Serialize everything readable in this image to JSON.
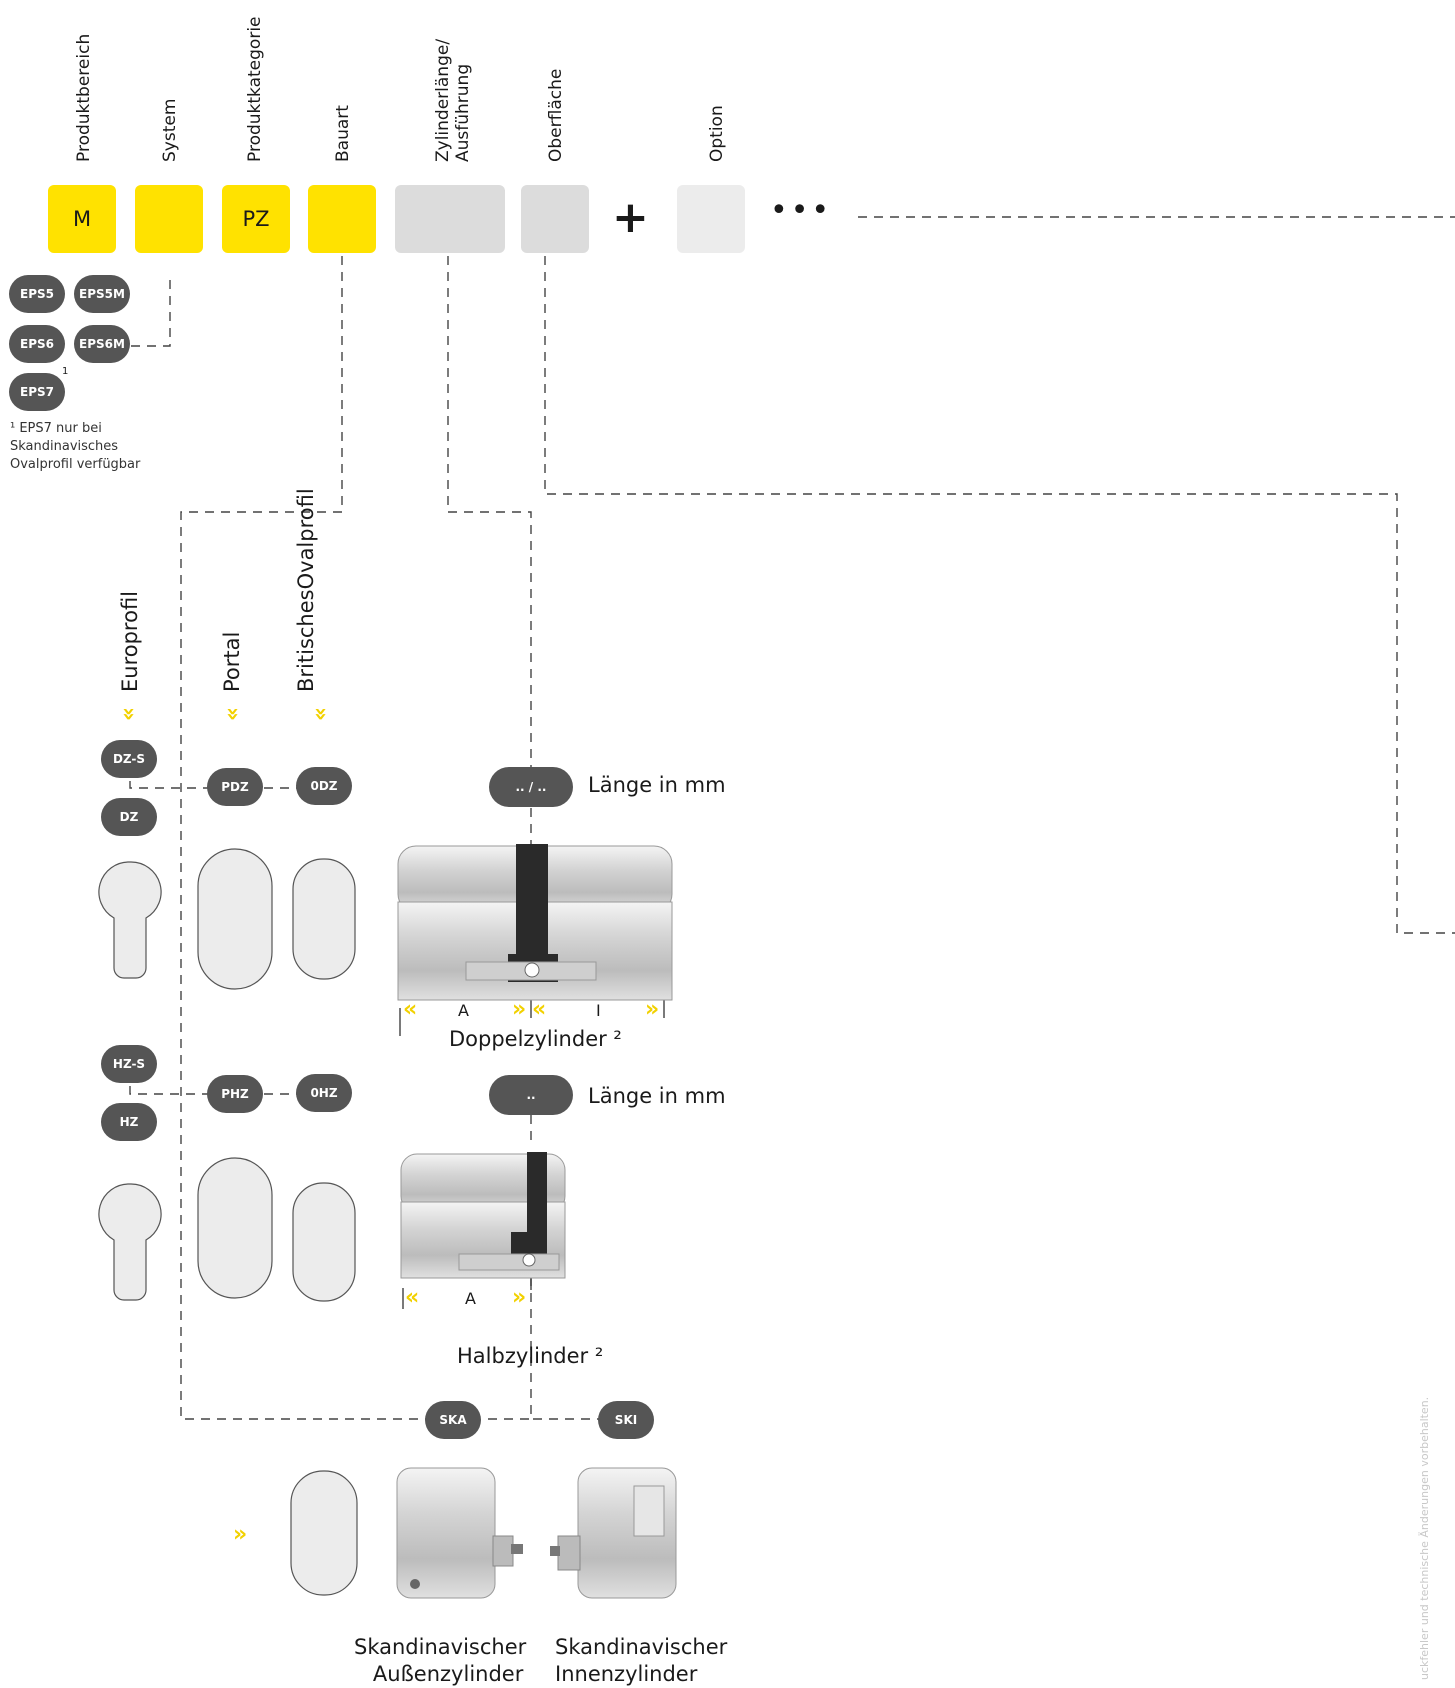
{
  "columns": {
    "produktbereich": "Produktbereich",
    "system": "System",
    "produktkategorie": "Produktkategorie",
    "bauart": "Bauart",
    "zylinder_line1": "Zylinderlänge/",
    "zylinder_line2": "Ausführung",
    "oberflaeche": "Oberfläche",
    "option": "Option"
  },
  "code_boxes": {
    "produktbereich": "M",
    "system": "",
    "produktkategorie": "PZ",
    "bauart": "",
    "zylinderlaenge": "",
    "oberflaeche": "",
    "option": ""
  },
  "plus_sign": "+",
  "continuation": "•••",
  "systems": [
    "EPS5",
    "EPS5M",
    "EPS6",
    "EPS6M",
    "EPS7"
  ],
  "eps7_footnote_mark": "1",
  "footnote": {
    "line1": "¹ EPS7 nur bei",
    "line2": "Skandinavisches",
    "line3": "Ovalprofil verfügbar"
  },
  "profiles": {
    "europrofil": "Europrofil",
    "portal": "Portal",
    "britisch_line1": "Britisches",
    "britisch_line2": "Ovalprofil"
  },
  "chevron_down": "»",
  "chevron_right": "»",
  "chevron_left": "«",
  "double_cylinder": {
    "codes": [
      "DZ-S",
      "DZ",
      "PDZ",
      "0DZ"
    ],
    "length_pill": ".. / ..",
    "length_label": "Länge in mm",
    "dim_a": "A",
    "dim_i": "I",
    "caption": "Doppelzylinder ²"
  },
  "half_cylinder": {
    "codes": [
      "HZ-S",
      "HZ",
      "PHZ",
      "0HZ"
    ],
    "length_pill": "..",
    "length_label": "Länge in mm",
    "dim_a": "A",
    "caption": "Halbzylinder ²"
  },
  "scandinavian": {
    "ska": "SKA",
    "ski": "SKI",
    "outer_line1": "Skandinavischer",
    "outer_line2": "Außenzylinder",
    "inner_line1": "Skandinavischer",
    "inner_line2": "Innenzylinder"
  },
  "side_note": "uckfehler und technische Änderungen vorbehalten.",
  "colors": {
    "yellow": "#ffe200",
    "pill_grey": "#555555",
    "box_grey": "#dcdcdc",
    "profile_fill": "#ececec",
    "chevron_yellow": "#f2d100"
  }
}
